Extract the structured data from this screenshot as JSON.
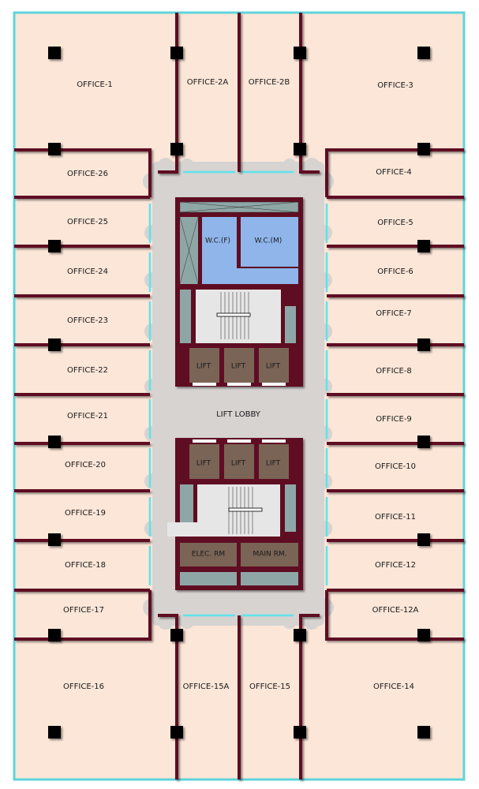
{
  "plan": {
    "offices": {
      "o1": "OFFICE-1",
      "o2a": "OFFICE-2A",
      "o2b": "OFFICE-2B",
      "o3": "OFFICE-3",
      "o4": "OFFICE-4",
      "o5": "OFFICE-5",
      "o6": "OFFICE-6",
      "o7": "OFFICE-7",
      "o8": "OFFICE-8",
      "o9": "OFFICE-9",
      "o10": "OFFICE-10",
      "o11": "OFFICE-11",
      "o12": "OFFICE-12",
      "o12a": "OFFICE-12A",
      "o14": "OFFICE-14",
      "o15": "OFFICE-15",
      "o15a": "OFFICE-15A",
      "o16": "OFFICE-16",
      "o17": "OFFICE-17",
      "o18": "OFFICE-18",
      "o19": "OFFICE-19",
      "o20": "OFFICE-20",
      "o21": "OFFICE-21",
      "o22": "OFFICE-22",
      "o23": "OFFICE-23",
      "o24": "OFFICE-24",
      "o25": "OFFICE-25",
      "o26": "OFFICE-26"
    },
    "core": {
      "wc_f": "W.C.(F)",
      "wc_m": "W.C.(M)",
      "lift": "LIFT",
      "lift_lobby": "LIFT LOBBY",
      "elec_rm": "ELEC. RM",
      "main_rm": "MAIN RM."
    },
    "colors": {
      "office": "#fbe6d8",
      "wall": "#5e0b20",
      "corridor": "#d6d3d1",
      "window": "#5fe3ea",
      "wc": "#8fb5ea",
      "lift": "#7a6456",
      "shaft": "#8fa6a6"
    }
  }
}
